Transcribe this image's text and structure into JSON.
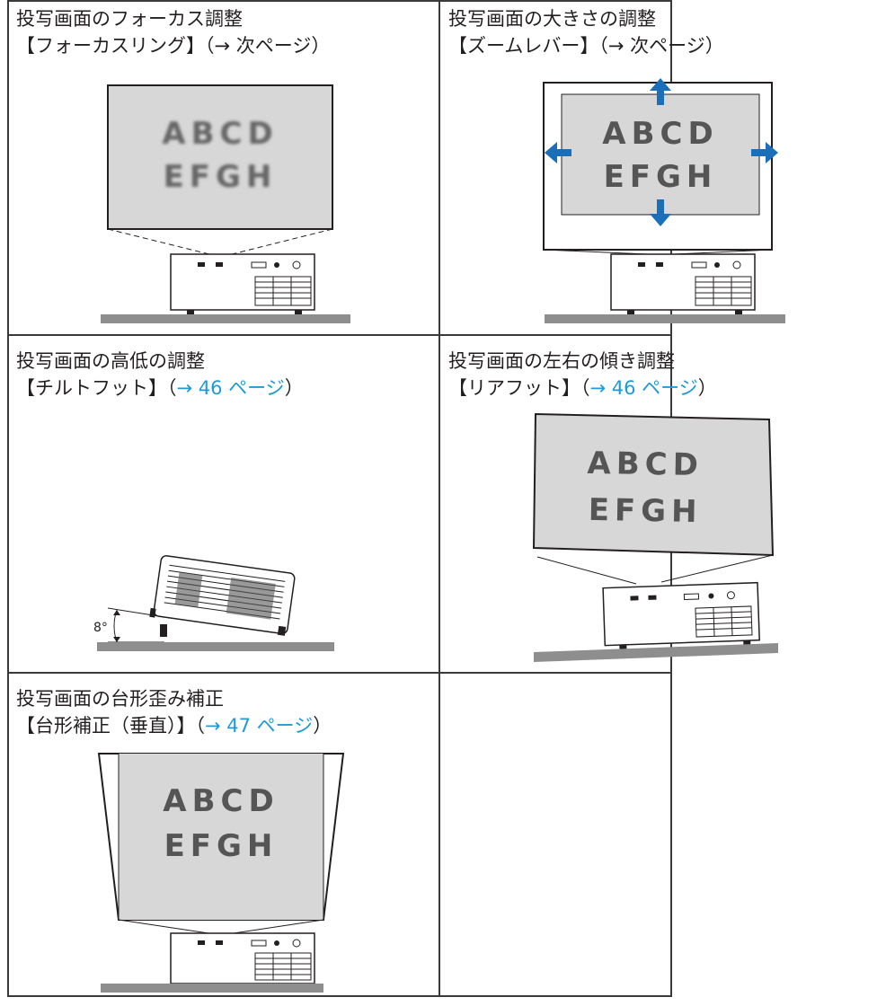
{
  "panels": {
    "focus": {
      "line1": "投写画面のフォーカス調整",
      "line2_pre": "【フォーカスリング】（",
      "line2_link": "",
      "line2_post": "→ 次ページ）"
    },
    "size": {
      "line1": "投写画面の大きさの調整",
      "line2_pre": "【ズームレバー】（",
      "line2_link": "",
      "line2_post": "→ 次ページ）"
    },
    "height": {
      "line1": "投写画面の高低の調整",
      "line2_pre": "【チルトフット】（",
      "line2_link": "→ 46 ページ",
      "line2_post": "）"
    },
    "tilt": {
      "line1": "投写画面の左右の傾き調整",
      "line2_pre": "【リアフット】（",
      "line2_link": "→ 46 ページ",
      "line2_post": "）"
    },
    "keystone": {
      "line1": "投写画面の台形歪み補正",
      "line2_pre": "【台形補正（垂直）】（",
      "line2_link": "→ 47 ページ",
      "line2_post": "）"
    }
  },
  "screen_text": {
    "row1": "ABCD",
    "row2": "EFGH"
  },
  "angle_label": "8°",
  "colors": {
    "link": "#1e9ad6",
    "arrow": "#1a6fb8",
    "screen": "#d7d7d7",
    "floor": "#8e8e8e",
    "border": "#3a3a3a"
  }
}
